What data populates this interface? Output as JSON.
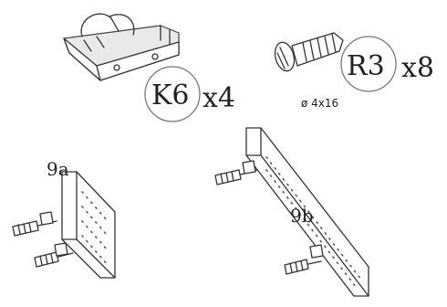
{
  "parts": {
    "k6": {
      "code": "K6",
      "qty": "x4"
    },
    "r3": {
      "code": "R3",
      "qty": "x8",
      "size": "ø 4x16"
    }
  },
  "panels": {
    "left": {
      "label": "9a"
    },
    "right": {
      "label": "9b"
    }
  }
}
